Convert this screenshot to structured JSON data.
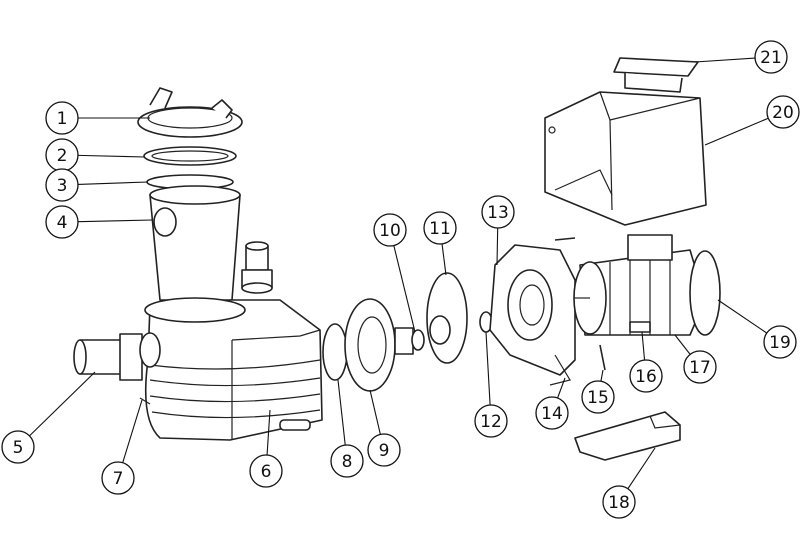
{
  "diagram": {
    "type": "exploded parts diagram",
    "callouts": [
      "1",
      "2",
      "3",
      "4",
      "5",
      "6",
      "7",
      "8",
      "9",
      "10",
      "11",
      "12",
      "13",
      "14",
      "15",
      "16",
      "17",
      "18",
      "19",
      "20",
      "21"
    ],
    "colors": {
      "line": "#222222",
      "background": "#ffffff"
    }
  }
}
